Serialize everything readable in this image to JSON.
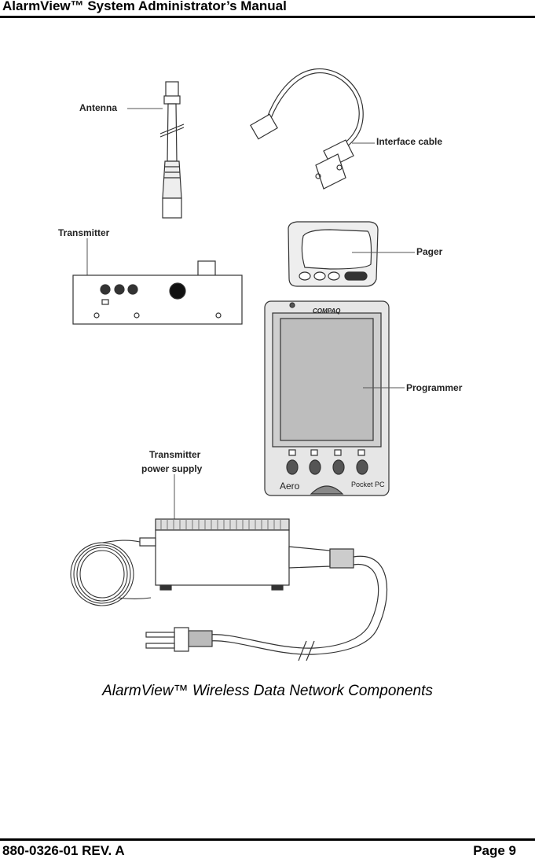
{
  "header": {
    "title": "AlarmView™ System Administrator’s Manual"
  },
  "figure": {
    "labels": {
      "antenna": "Antenna",
      "interface_cable": "Interface cable",
      "transmitter": "Transmitter",
      "pager": "Pager",
      "programmer": "Programmer",
      "power_supply_line1": "Transmitter",
      "power_supply_line2": "power supply"
    },
    "device_text": {
      "brand": "COMPAQ",
      "model": "Aero",
      "platform": "Pocket PC"
    },
    "caption": "AlarmView™ Wireless Data Network Components"
  },
  "footer": {
    "doc_number": "880-0326-01 REV. A",
    "page": "Page 9"
  }
}
